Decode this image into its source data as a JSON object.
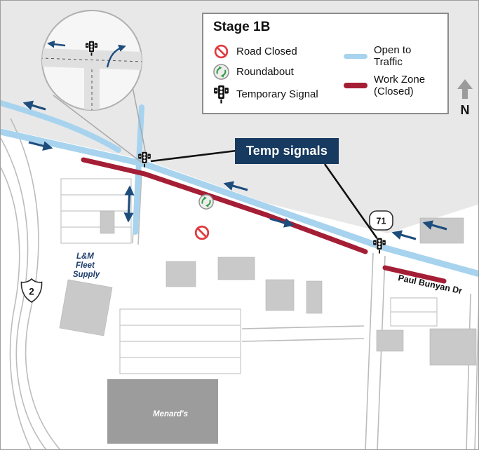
{
  "legend": {
    "title": "Stage 1B",
    "items": [
      {
        "label": "Road Closed",
        "icon": "no-entry-icon"
      },
      {
        "label": "Roundabout",
        "icon": "roundabout-icon"
      },
      {
        "label": "Temporary Signal",
        "icon": "traffic-signal-icon"
      },
      {
        "label": "Open to Traffic",
        "swatch": "#a7d3ee"
      },
      {
        "label": "Work Zone\n(Closed)",
        "swatch": "#a41e35"
      }
    ]
  },
  "compass": {
    "label": "N",
    "icon": "north-arrow-icon"
  },
  "callout": {
    "label": "Temp signals"
  },
  "map_labels": {
    "route_2": "2",
    "route_71": "71",
    "paul_bunyan": "Paul Bunyan Dr",
    "menards": "Menard's",
    "lm_fleet": {
      "line1": "L&M",
      "line2": "Fleet",
      "line3": "Supply"
    }
  },
  "colors": {
    "open_to_traffic_blue": "#a7d3ee",
    "work_zone_red": "#a41e35",
    "traffic_arrow_navy": "#1d4d7c",
    "callout_navy": "#173a60",
    "roundabout_green": "#2f9e41",
    "road_closed_red": "#e03a3e",
    "background_gray": "#e8e8e8"
  }
}
